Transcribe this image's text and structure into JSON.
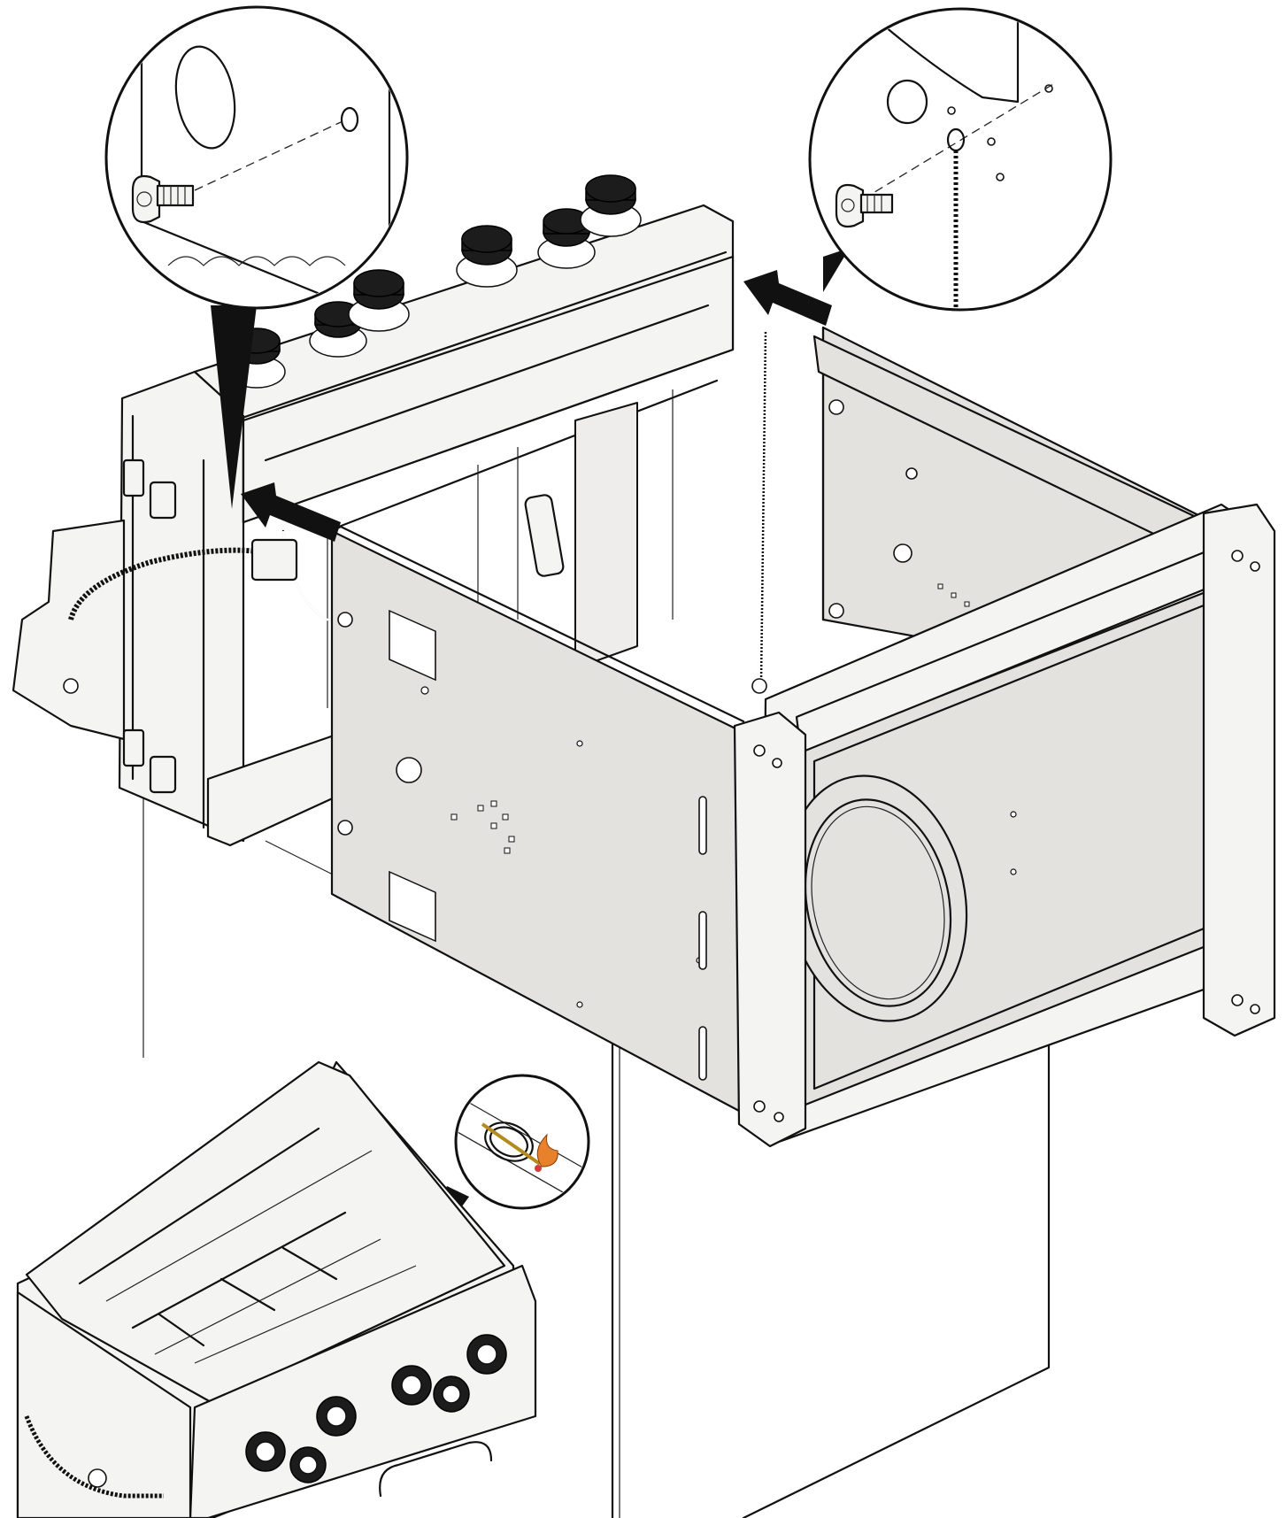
{
  "figure": {
    "type": "assembly-instruction",
    "colors": {
      "line": "#111111",
      "panel": "#e4e2df",
      "background": "#ffffff",
      "flame": "#e8812b"
    },
    "callouts": [
      {
        "id": "left-screw-detail",
        "icon": "screw-icon"
      },
      {
        "id": "right-screw-chain-detail",
        "icon": "screw-icon"
      },
      {
        "id": "ignition-flame-detail",
        "icon": "flame-icon"
      }
    ],
    "arrows": [
      {
        "id": "left-insert-arrow",
        "direction": "up-left"
      },
      {
        "id": "right-insert-arrow",
        "direction": "up-left"
      }
    ]
  }
}
